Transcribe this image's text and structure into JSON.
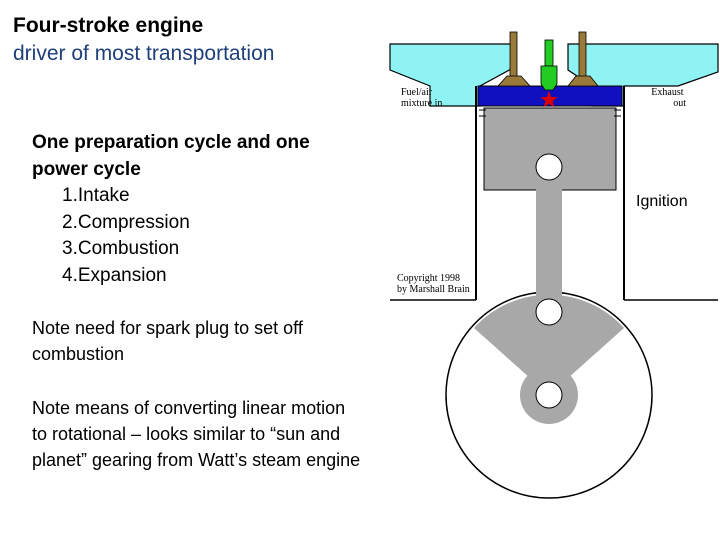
{
  "title": {
    "main": "Four-stroke engine",
    "sub": "driver of most transportation"
  },
  "cycle": {
    "heading": "One preparation cycle and one power cycle",
    "steps": [
      "1.Intake",
      "2.Compression",
      "3.Combustion",
      "4.Expansion"
    ]
  },
  "notes": {
    "spark": "Note need for spark plug to set off combustion",
    "motion": "Note means of converting linear motion to rotational – looks similar to “sun and planet” gearing from Watt’s steam engine"
  },
  "diagram": {
    "fuel_label": [
      "Fuel/air",
      "mixture in"
    ],
    "exhaust_label": [
      "Exhaust",
      "out"
    ],
    "ignition_label": "Ignition",
    "copyright_label": [
      "Copyright 1998",
      "by Marshall Brain"
    ]
  },
  "colors": {
    "subtitle": "#1f3f7a",
    "intake_port": "#8ff3f3",
    "combustion_chamber": "#1010c0",
    "valve": "#9a7a3a",
    "spark_plug": "#22cc22",
    "spark": "#dd0000",
    "metal": "#a8a8a8"
  }
}
